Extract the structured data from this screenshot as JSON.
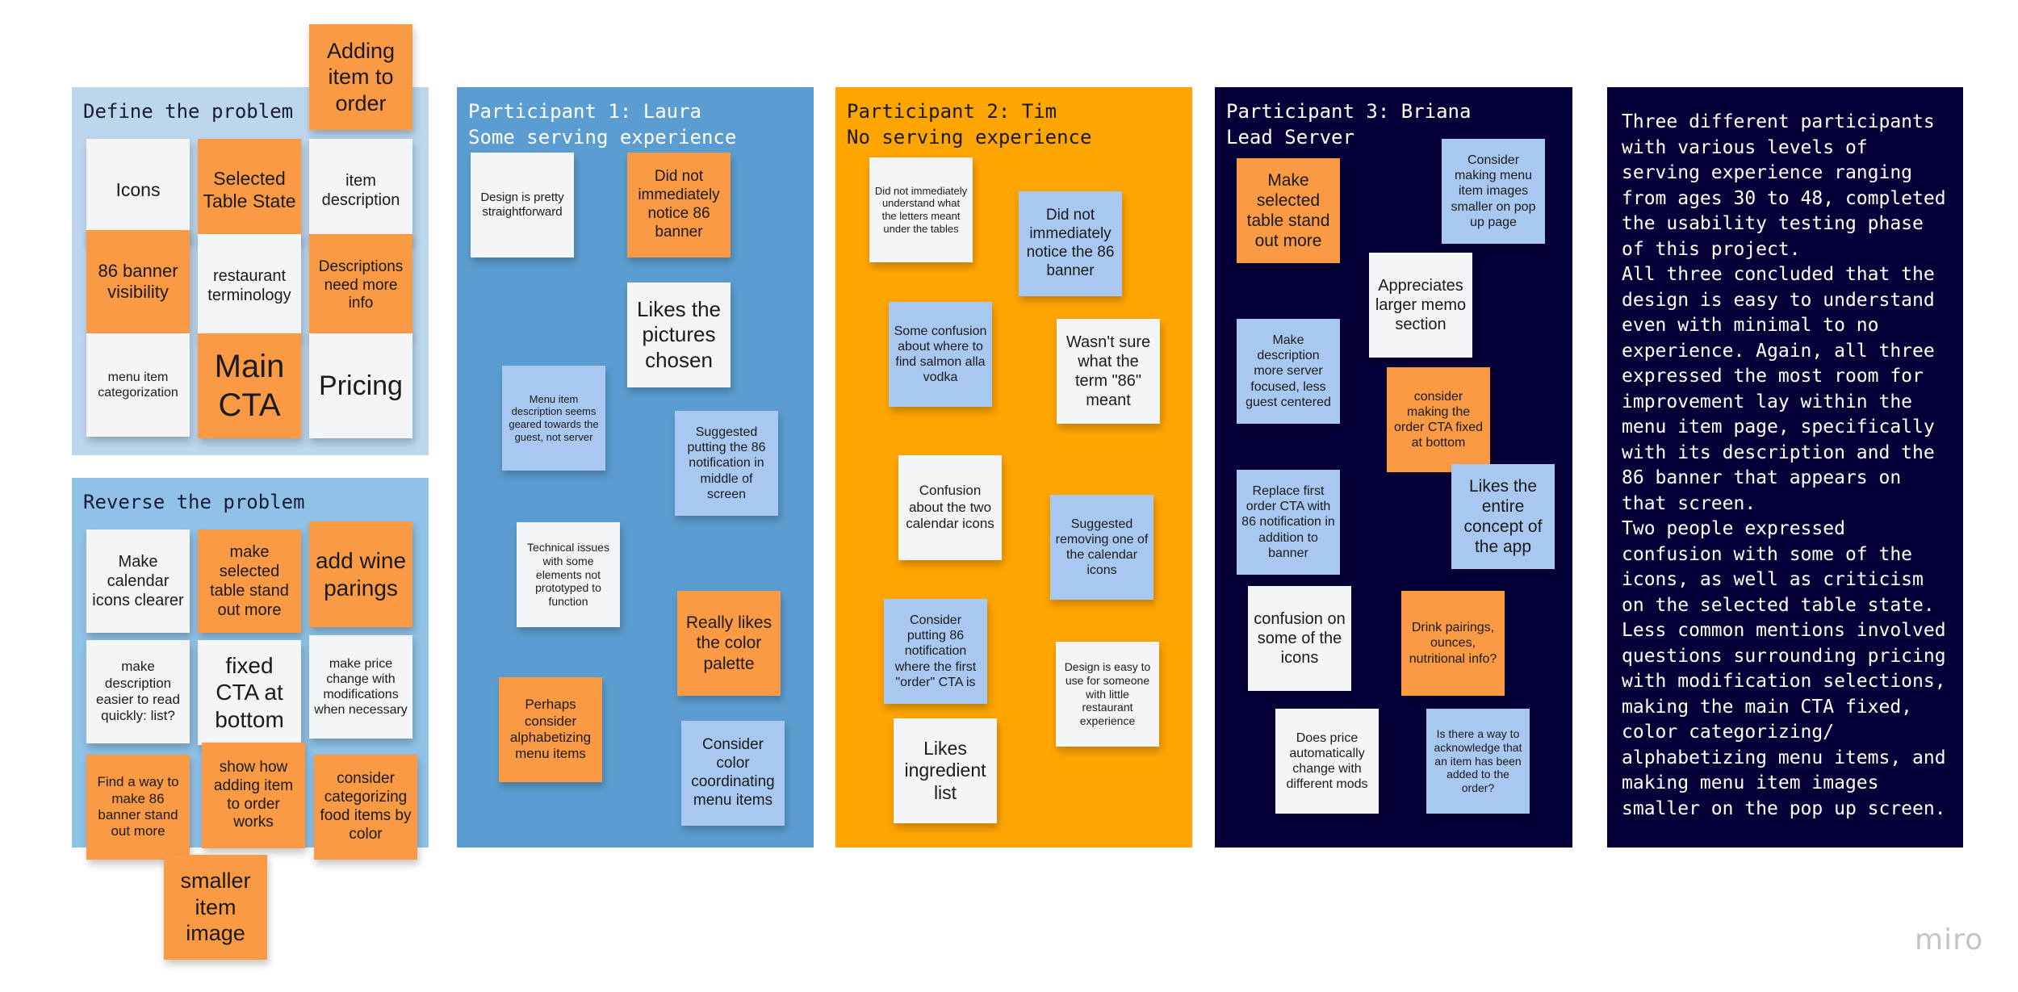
{
  "board": {
    "define": {
      "title": "Define the problem",
      "notes": [
        "Adding item to order",
        "Icons",
        "Selected Table State",
        "item description",
        "86 banner visibility",
        "restaurant terminology",
        "Descriptions need more info",
        "menu item categorization",
        "Main CTA",
        "Pricing"
      ]
    },
    "reverse": {
      "title": "Reverse the problem",
      "notes": [
        "Make calendar icons clearer",
        "make selected table stand out more",
        "add wine parings",
        "make description easier to read quickly: list?",
        "fixed CTA at bottom",
        "make price change with modifications when necessary",
        "Find a way to make 86 banner stand out more",
        "show how adding item to order works",
        "consider categorizing food items by color",
        "smaller item image"
      ]
    },
    "p1": {
      "title": "Participant 1: Laura\nSome serving experience",
      "notes": [
        "Design is pretty straightforward",
        "Did not immediately notice 86 banner",
        "Likes the pictures chosen",
        "Menu item description seems geared towards the guest, not server",
        "Suggested putting the 86 notification in middle of screen",
        "Technical issues with some elements not prototyped to function",
        "Really likes the color palette",
        "Perhaps consider alphabetizing menu items",
        "Consider color coordinating menu items"
      ]
    },
    "p2": {
      "title": "Participant 2: Tim\nNo serving experience",
      "notes": [
        "Did not immediately understand what the letters meant under the tables",
        "Did not immediately notice the 86 banner",
        "Some confusion about where to find salmon alla vodka",
        "Wasn't sure what the term \"86\" meant",
        "Confusion about the two calendar icons",
        "Suggested removing one of the calendar icons",
        "Consider putting 86 notification where the first \"order\" CTA is",
        "Design is easy to use for someone with little restaurant experience",
        "Likes ingredient list"
      ]
    },
    "p3": {
      "title": "Participant 3: Briana\nLead Server",
      "notes": [
        "Consider making menu item images smaller on pop up page",
        "Make selected table stand out more",
        "Appreciates larger memo section",
        "Make description more server focused, less guest centered",
        "consider making the order CTA fixed at bottom",
        "Replace first order CTA with 86 notification in addition to banner",
        "Likes the entire concept of the app",
        "confusion on some of the icons",
        "Drink pairings, ounces, nutritional info?",
        "Does price automatically change with different mods",
        "Is there a way to acknowledge that an item has been added to the order?"
      ]
    },
    "summary": "Three different participants\nwith various levels of\nserving experience ranging\nfrom ages 30 to 48, completed\nthe usability testing phase\nof this project.\nAll three concluded that the\ndesign is easy to understand\neven with minimal to no\nexperience. Again, all three\nexpressed the most room for\nimprovement lay within the\nmenu item page, specifically\nwith its description and the\n86 banner that appears on\nthat screen.\nTwo people expressed\nconfusion with some of the\nicons, as well as criticism\non the selected table state.\nLess common mentions involved\nquestions surrounding pricing\nwith modification selections,\nmaking the main CTA fixed,\ncolor categorizing/\nalphabetizing menu items, and\nmaking menu item images\nsmaller on the pop up screen.",
    "watermark": "miro"
  },
  "colors": {
    "define_bg": "#bcd6ee",
    "reverse_bg": "#8fc2e6",
    "p1_bg": "#5b9dd0",
    "p2_bg": "#ffa500",
    "p3_bg": "#050038",
    "summary_bg": "#050038",
    "sticky_white": "#f4f5f7",
    "sticky_orange": "#fb9a45",
    "sticky_blue": "#a8c8f2"
  }
}
